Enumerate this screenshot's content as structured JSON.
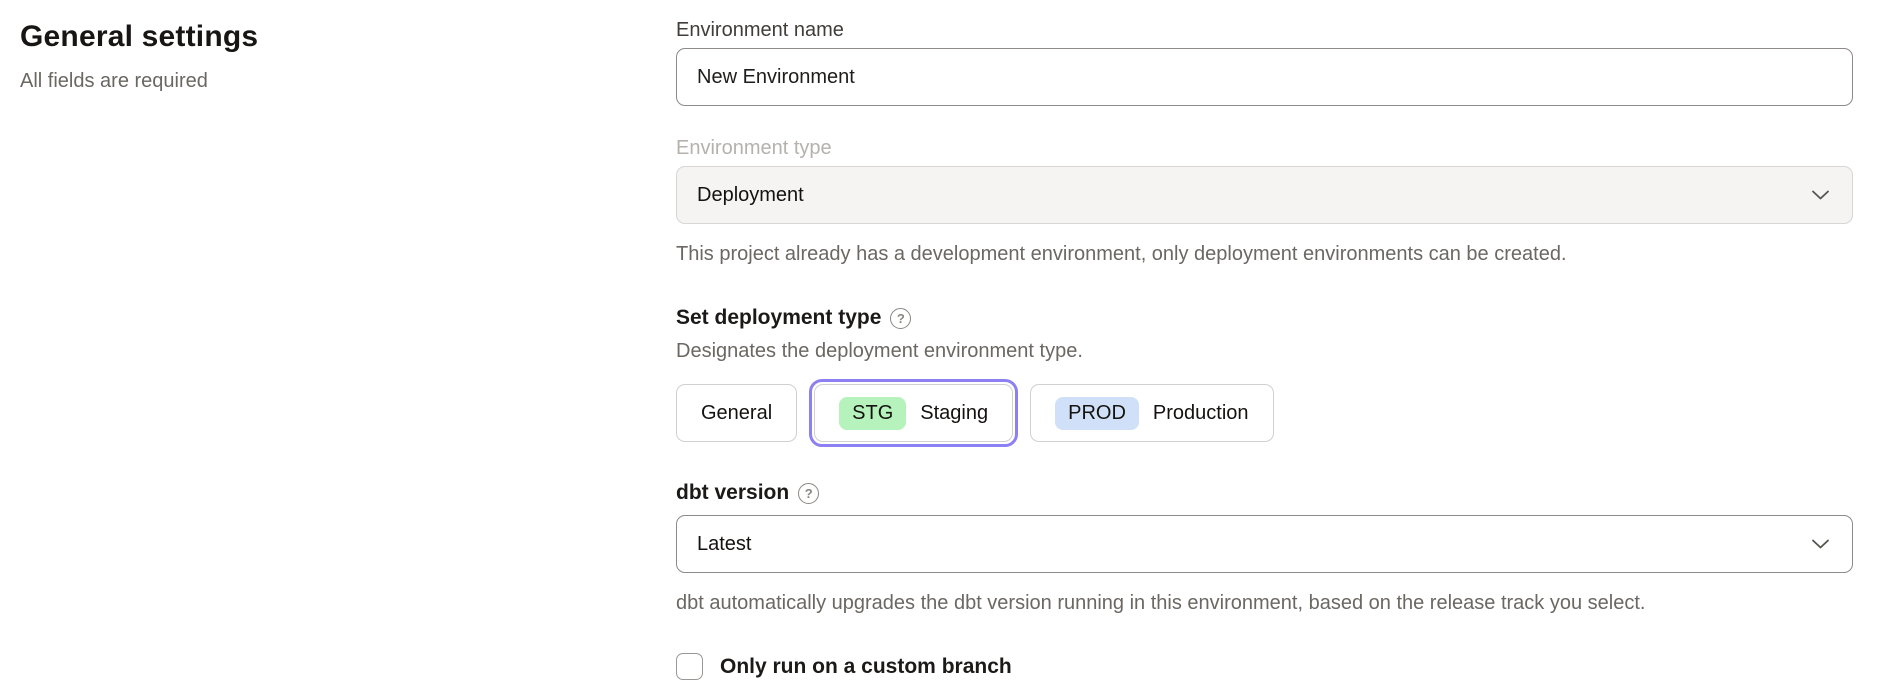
{
  "page": {
    "section_title": "General settings",
    "section_subtitle": "All fields are required"
  },
  "form": {
    "environment_name": {
      "label": "Environment name",
      "value": "New Environment"
    },
    "environment_type": {
      "label": "Environment type",
      "value": "Deployment",
      "disabled": true,
      "helper": "This project already has a development environment, only deployment environments can be created."
    },
    "deployment_type": {
      "label": "Set deployment type",
      "help_icon": "question-mark-circle",
      "helper": "Designates the deployment environment type.",
      "options": [
        {
          "label": "General",
          "badge": "",
          "selected": false
        },
        {
          "label": "Staging",
          "badge": "STG",
          "badge_color": "#b6f2bb",
          "selected": true
        },
        {
          "label": "Production",
          "badge": "PROD",
          "badge_color": "#cfe0f8",
          "selected": false
        }
      ],
      "selected_option": "Staging",
      "selection_ring_color": "#8c80f3"
    },
    "dbt_version": {
      "label": "dbt version",
      "help_icon": "question-mark-circle",
      "value": "Latest",
      "helper": "dbt automatically upgrades the dbt version running in this environment, based on the release track you select."
    },
    "custom_branch": {
      "label": "Only run on a custom branch",
      "checked": false
    }
  },
  "colors": {
    "heading_text": "#181614",
    "muted_text": "#6b6762",
    "disabled_label": "#b5b1ad",
    "input_border": "#8e8a87",
    "disabled_fill": "#f5f4f2",
    "selection_purple": "#8c80f3",
    "staging_green": "#b6f2bb",
    "production_blue": "#cfe0f8"
  }
}
